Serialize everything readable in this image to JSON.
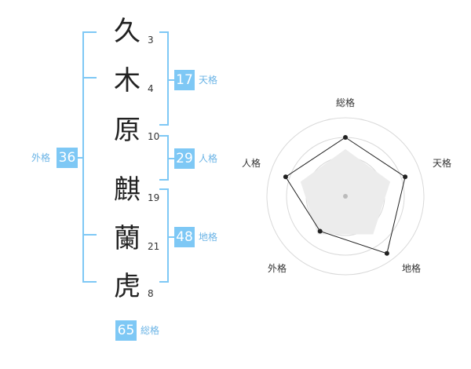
{
  "colors": {
    "accent": "#7ec8f5",
    "bracket": "#7ec8f5",
    "label": "#6bb4e6"
  },
  "name": {
    "characters": [
      {
        "kanji": "久",
        "strokes": "3"
      },
      {
        "kanji": "木",
        "strokes": "4"
      },
      {
        "kanji": "原",
        "strokes": "10"
      },
      {
        "kanji": "麒",
        "strokes": "19"
      },
      {
        "kanji": "蘭",
        "strokes": "21"
      },
      {
        "kanji": "虎",
        "strokes": "8"
      }
    ]
  },
  "grades": {
    "tenkaku": {
      "value": "17",
      "label": "天格"
    },
    "jinkaku": {
      "value": "29",
      "label": "人格"
    },
    "chikaku": {
      "value": "48",
      "label": "地格"
    },
    "gaikaku": {
      "value": "36",
      "label": "外格"
    },
    "soukaku": {
      "value": "65",
      "label": "総格"
    }
  },
  "radar": {
    "labels": [
      "総格",
      "天格",
      "地格",
      "外格",
      "人格"
    ],
    "levels": 4,
    "scores": [
      0.75,
      0.8,
      0.9,
      0.55,
      0.8
    ]
  }
}
